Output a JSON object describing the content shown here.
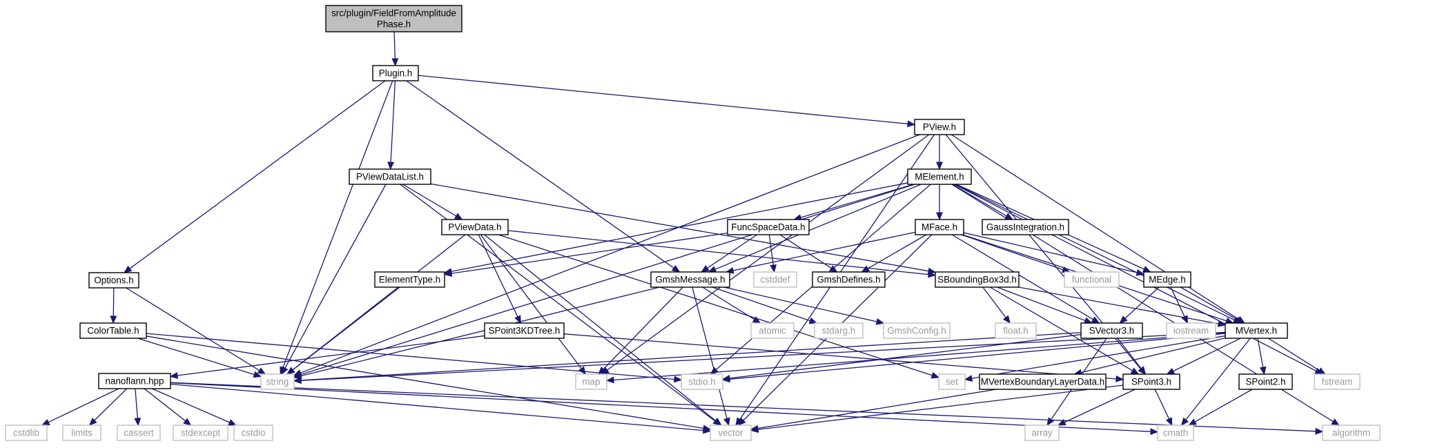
{
  "diagram": {
    "colors": {
      "edge": "#191970",
      "root_fill": "#bfbfbf",
      "normal_border": "#000000",
      "external_border": "#bfbfbf",
      "external_text": "#9a9a9a"
    },
    "nodes": [
      {
        "id": "root",
        "lines": [
          "src/plugin/FieldFromAmplitude",
          "Phase.h"
        ],
        "kind": "root"
      },
      {
        "id": "plugin",
        "lines": [
          "Plugin.h"
        ],
        "kind": "normal"
      },
      {
        "id": "pview",
        "lines": [
          "PView.h"
        ],
        "kind": "normal"
      },
      {
        "id": "pviewdatalist",
        "lines": [
          "PViewDataList.h"
        ],
        "kind": "normal"
      },
      {
        "id": "melement",
        "lines": [
          "MElement.h"
        ],
        "kind": "normal"
      },
      {
        "id": "pviewdata",
        "lines": [
          "PViewData.h"
        ],
        "kind": "normal"
      },
      {
        "id": "funcspacedata",
        "lines": [
          "FuncSpaceData.h"
        ],
        "kind": "normal"
      },
      {
        "id": "mface",
        "lines": [
          "MFace.h"
        ],
        "kind": "normal"
      },
      {
        "id": "gaussintegration",
        "lines": [
          "GaussIntegration.h"
        ],
        "kind": "normal"
      },
      {
        "id": "options",
        "lines": [
          "Options.h"
        ],
        "kind": "normal"
      },
      {
        "id": "elementtype",
        "lines": [
          "ElementType.h"
        ],
        "kind": "normal"
      },
      {
        "id": "gmshmessage",
        "lines": [
          "GmshMessage.h"
        ],
        "kind": "normal"
      },
      {
        "id": "cstddef",
        "lines": [
          "cstddef"
        ],
        "kind": "external"
      },
      {
        "id": "gmshdefines",
        "lines": [
          "GmshDefines.h"
        ],
        "kind": "normal"
      },
      {
        "id": "sboundingbox3d",
        "lines": [
          "SBoundingBox3d.h"
        ],
        "kind": "normal"
      },
      {
        "id": "functional",
        "lines": [
          "functional"
        ],
        "kind": "external"
      },
      {
        "id": "medge",
        "lines": [
          "MEdge.h"
        ],
        "kind": "normal"
      },
      {
        "id": "colortable",
        "lines": [
          "ColorTable.h"
        ],
        "kind": "normal"
      },
      {
        "id": "spoint3kdtree",
        "lines": [
          "SPoint3KDTree.h"
        ],
        "kind": "normal"
      },
      {
        "id": "atomic",
        "lines": [
          "atomic"
        ],
        "kind": "external"
      },
      {
        "id": "stdarg",
        "lines": [
          "stdarg.h"
        ],
        "kind": "external"
      },
      {
        "id": "gmshconfig",
        "lines": [
          "GmshConfig.h"
        ],
        "kind": "external"
      },
      {
        "id": "float",
        "lines": [
          "float.h"
        ],
        "kind": "external"
      },
      {
        "id": "svector3",
        "lines": [
          "SVector3.h"
        ],
        "kind": "normal"
      },
      {
        "id": "iostream",
        "lines": [
          "iostream"
        ],
        "kind": "external"
      },
      {
        "id": "mvertex",
        "lines": [
          "MVertex.h"
        ],
        "kind": "normal"
      },
      {
        "id": "nanoflann",
        "lines": [
          "nanoflann.hpp"
        ],
        "kind": "normal"
      },
      {
        "id": "string",
        "lines": [
          "string"
        ],
        "kind": "external"
      },
      {
        "id": "map",
        "lines": [
          "map"
        ],
        "kind": "external"
      },
      {
        "id": "stdio",
        "lines": [
          "stdio.h"
        ],
        "kind": "external"
      },
      {
        "id": "set",
        "lines": [
          "set"
        ],
        "kind": "external"
      },
      {
        "id": "mvertexbl",
        "lines": [
          "MVertexBoundaryLayerData.h"
        ],
        "kind": "normal"
      },
      {
        "id": "spoint3",
        "lines": [
          "SPoint3.h"
        ],
        "kind": "normal"
      },
      {
        "id": "spoint2",
        "lines": [
          "SPoint2.h"
        ],
        "kind": "normal"
      },
      {
        "id": "fstream",
        "lines": [
          "fstream"
        ],
        "kind": "external"
      },
      {
        "id": "cstdlib",
        "lines": [
          "cstdlib"
        ],
        "kind": "external"
      },
      {
        "id": "limits",
        "lines": [
          "limits"
        ],
        "kind": "external"
      },
      {
        "id": "cassert",
        "lines": [
          "cassert"
        ],
        "kind": "external"
      },
      {
        "id": "stdexcept",
        "lines": [
          "stdexcept"
        ],
        "kind": "external"
      },
      {
        "id": "cstdio",
        "lines": [
          "cstdio"
        ],
        "kind": "external"
      },
      {
        "id": "vector",
        "lines": [
          "vector"
        ],
        "kind": "external"
      },
      {
        "id": "array",
        "lines": [
          "array"
        ],
        "kind": "external"
      },
      {
        "id": "cmath",
        "lines": [
          "cmath"
        ],
        "kind": "external"
      },
      {
        "id": "algorithm",
        "lines": [
          "algorithm"
        ],
        "kind": "external"
      }
    ],
    "edges": [
      [
        "root",
        "plugin"
      ],
      [
        "plugin",
        "pview"
      ],
      [
        "plugin",
        "pviewdatalist"
      ],
      [
        "plugin",
        "options"
      ],
      [
        "plugin",
        "gmshmessage"
      ],
      [
        "plugin",
        "string"
      ],
      [
        "pview",
        "melement"
      ],
      [
        "pview",
        "mvertex"
      ],
      [
        "pview",
        "spoint3"
      ],
      [
        "pview",
        "string"
      ],
      [
        "pview",
        "map"
      ],
      [
        "pview",
        "vector"
      ],
      [
        "pviewdatalist",
        "pviewdata"
      ],
      [
        "pviewdatalist",
        "sboundingbox3d"
      ],
      [
        "pviewdatalist",
        "string"
      ],
      [
        "pviewdatalist",
        "vector"
      ],
      [
        "melement",
        "funcspacedata"
      ],
      [
        "melement",
        "mface"
      ],
      [
        "melement",
        "gaussintegration"
      ],
      [
        "melement",
        "medge"
      ],
      [
        "melement",
        "mvertex"
      ],
      [
        "melement",
        "gmshmessage"
      ],
      [
        "melement",
        "elementtype"
      ],
      [
        "melement",
        "string"
      ],
      [
        "melement",
        "stdio"
      ],
      [
        "melement",
        "fstream"
      ],
      [
        "melement",
        "algorithm"
      ],
      [
        "pviewdata",
        "sboundingbox3d"
      ],
      [
        "pviewdata",
        "spoint3kdtree"
      ],
      [
        "pviewdata",
        "string"
      ],
      [
        "pviewdata",
        "map"
      ],
      [
        "pviewdata",
        "set"
      ],
      [
        "pviewdata",
        "vector"
      ],
      [
        "funcspacedata",
        "elementtype"
      ],
      [
        "funcspacedata",
        "gmshmessage"
      ],
      [
        "funcspacedata",
        "gmshdefines"
      ],
      [
        "funcspacedata",
        "cstddef"
      ],
      [
        "mface",
        "gmshmessage"
      ],
      [
        "mface",
        "gmshdefines"
      ],
      [
        "mface",
        "functional"
      ],
      [
        "mface",
        "medge"
      ],
      [
        "mface",
        "mvertex"
      ],
      [
        "mface",
        "svector3"
      ],
      [
        "mface",
        "vector"
      ],
      [
        "options",
        "colortable"
      ],
      [
        "options",
        "string"
      ],
      [
        "elementtype",
        "string"
      ],
      [
        "gmshmessage",
        "atomic"
      ],
      [
        "gmshmessage",
        "stdarg"
      ],
      [
        "gmshmessage",
        "gmshconfig"
      ],
      [
        "gmshmessage",
        "string"
      ],
      [
        "gmshmessage",
        "map"
      ],
      [
        "gmshmessage",
        "vector"
      ],
      [
        "sboundingbox3d",
        "float"
      ],
      [
        "sboundingbox3d",
        "svector3"
      ],
      [
        "sboundingbox3d",
        "spoint3"
      ],
      [
        "sboundingbox3d",
        "mvertex"
      ],
      [
        "medge",
        "iostream"
      ],
      [
        "medge",
        "mvertex"
      ],
      [
        "medge",
        "svector3"
      ],
      [
        "colortable",
        "string"
      ],
      [
        "colortable",
        "stdio"
      ],
      [
        "colortable",
        "vector"
      ],
      [
        "spoint3kdtree",
        "nanoflann"
      ],
      [
        "spoint3kdtree",
        "spoint3"
      ],
      [
        "svector3",
        "spoint3"
      ],
      [
        "svector3",
        "string"
      ],
      [
        "svector3",
        "stdio"
      ],
      [
        "svector3",
        "array"
      ],
      [
        "mvertex",
        "spoint3"
      ],
      [
        "mvertex",
        "spoint2"
      ],
      [
        "mvertex",
        "mvertexbl"
      ],
      [
        "mvertex",
        "set"
      ],
      [
        "mvertex",
        "map"
      ],
      [
        "mvertex",
        "stdio"
      ],
      [
        "mvertex",
        "string"
      ],
      [
        "mvertex",
        "cmath"
      ],
      [
        "mvertex",
        "fstream"
      ],
      [
        "nanoflann",
        "cstdlib"
      ],
      [
        "nanoflann",
        "limits"
      ],
      [
        "nanoflann",
        "cassert"
      ],
      [
        "nanoflann",
        "stdexcept"
      ],
      [
        "nanoflann",
        "cstdio"
      ],
      [
        "nanoflann",
        "vector"
      ],
      [
        "nanoflann",
        "cmath"
      ],
      [
        "nanoflann",
        "algorithm"
      ],
      [
        "mvertexbl",
        "vector"
      ],
      [
        "spoint3",
        "cmath"
      ],
      [
        "spoint3",
        "array"
      ],
      [
        "spoint3",
        "vector"
      ],
      [
        "spoint2",
        "cmath"
      ]
    ]
  }
}
